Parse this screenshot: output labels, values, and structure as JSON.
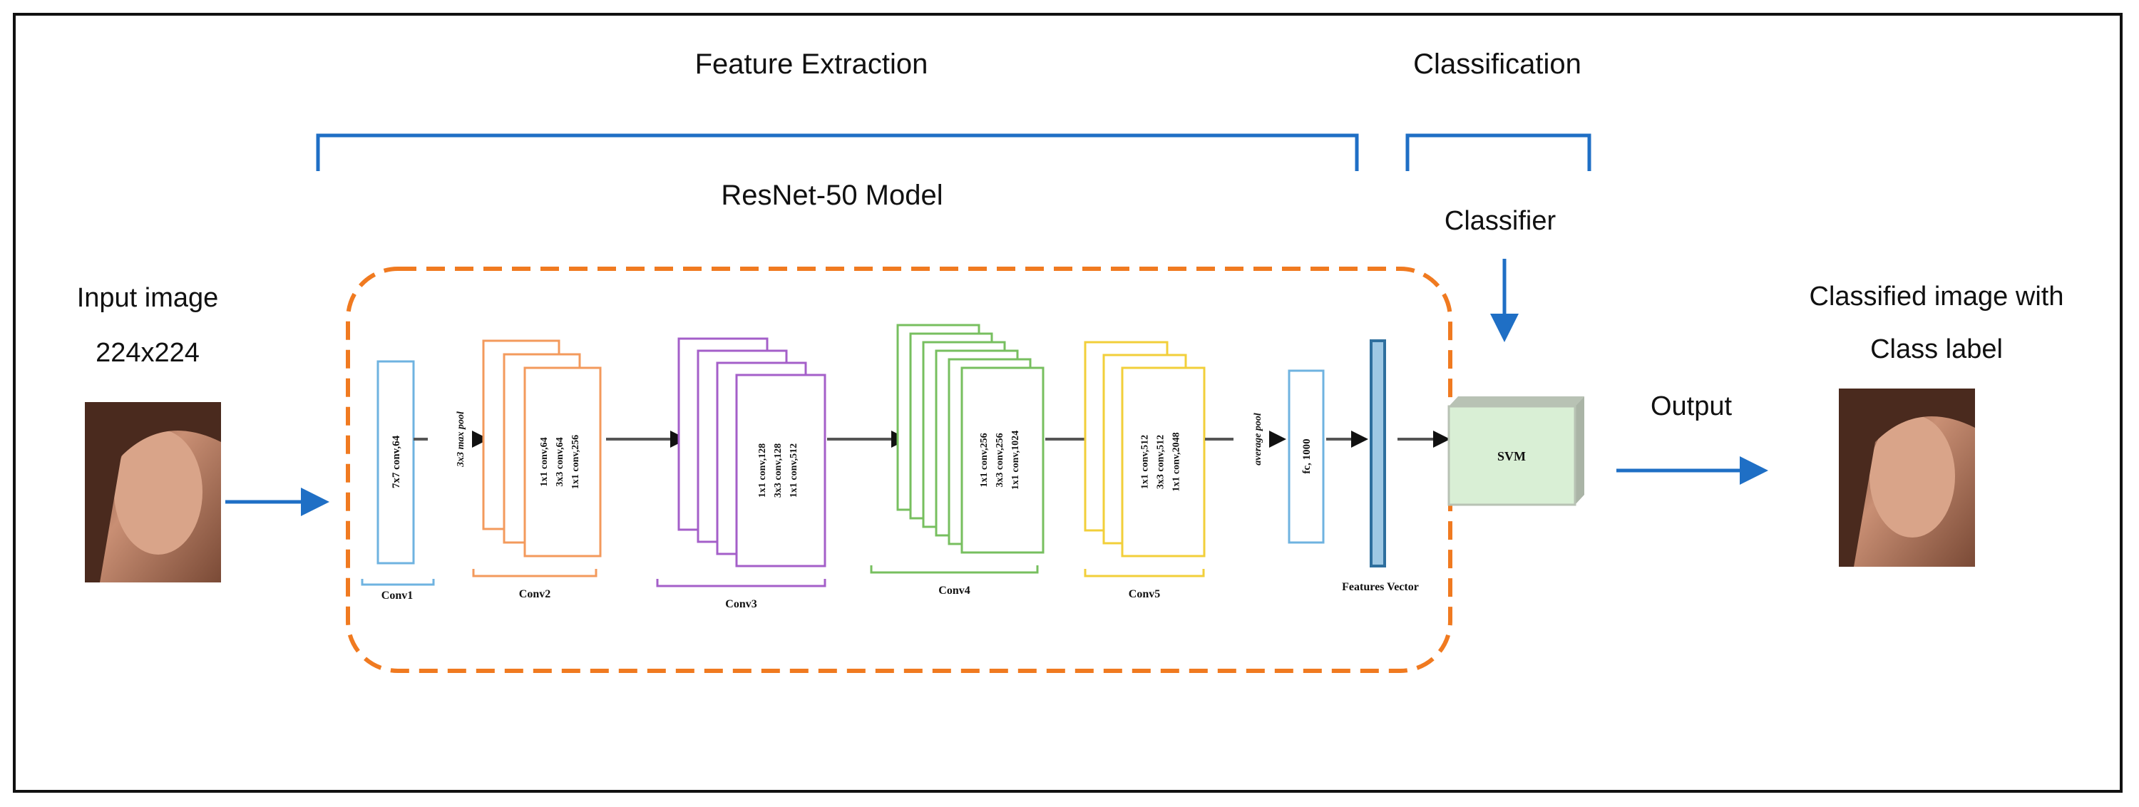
{
  "headings": {
    "feature_extraction": "Feature Extraction",
    "classification": "Classification",
    "model": "ResNet-50 Model",
    "classifier": "Classifier"
  },
  "input": {
    "line1": "Input image",
    "line2": "224x224"
  },
  "output": {
    "label": "Output",
    "line1": "Classified image with",
    "line2": "Class label"
  },
  "blocks": {
    "conv1": {
      "name": "Conv1",
      "text": "7x7 conv,64"
    },
    "maxpool": "3x3 max pool",
    "conv2": {
      "name": "Conv2",
      "lines": [
        "1x1 conv,64",
        "3x3 conv,64",
        "1x1 conv,256"
      ]
    },
    "conv3": {
      "name": "Conv3",
      "lines": [
        "1x1 conv,128",
        "3x3 conv,128",
        "1x1 conv,512"
      ]
    },
    "conv4": {
      "name": "Conv4",
      "lines": [
        "1x1 conv,256",
        "3x3 conv,256",
        "1x1 conv,1024"
      ]
    },
    "conv5": {
      "name": "Conv5",
      "lines": [
        "1x1 conv,512",
        "3x3 conv,512",
        "1x1 conv,2048"
      ]
    },
    "avgpool": "average pool",
    "fc": "fc, 1000",
    "features": "Features Vector",
    "svm": "SVM"
  },
  "colors": {
    "accent_blue": "#1f6fc5",
    "dashed_orange": "#f07a20",
    "conv1": "#6fb3e0",
    "conv2": "#f39a5c",
    "conv3": "#a45fc9",
    "conv4": "#77bf5f",
    "conv5": "#f2cf3a",
    "svm_fill": "#d9efd5"
  }
}
